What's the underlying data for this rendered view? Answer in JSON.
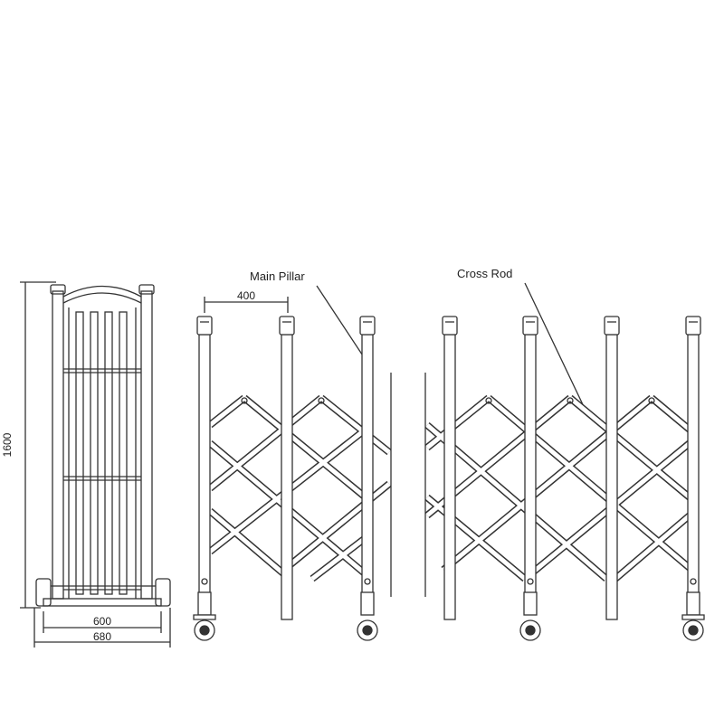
{
  "callouts": {
    "main_pillar": "Main Pillar",
    "cross_rod": "Cross Rod"
  },
  "dimensions": {
    "height": "1600",
    "inner_width": "600",
    "outer_width": "680",
    "pillar_spacing": "400"
  },
  "colors": {
    "line": "#333333",
    "background": "#ffffff"
  }
}
